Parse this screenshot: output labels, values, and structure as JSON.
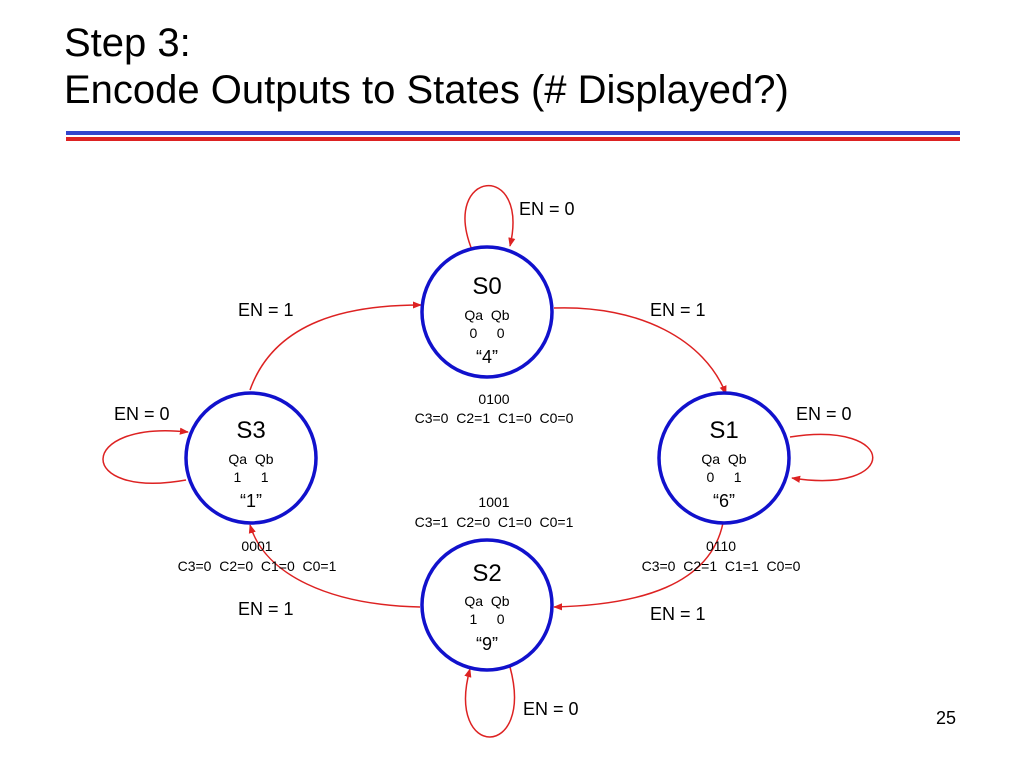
{
  "slide": {
    "title_line1": "Step 3:",
    "title_line2": "Encode Outputs to States (# Displayed?)",
    "page_number": "25",
    "colors": {
      "state_circle": "#1111cc",
      "transition_arrow": "#dd2222",
      "rule_blue": "#3344cc",
      "rule_red": "#dd2222"
    }
  },
  "states": {
    "s0": {
      "name": "S0",
      "qheader": "Qa  Qb",
      "qbits": "0     0",
      "digit": "“4”",
      "code": "0100",
      "controls": "C3=0  C2=1  C1=0  C0=0"
    },
    "s1": {
      "name": "S1",
      "qheader": "Qa  Qb",
      "qbits": "0     1",
      "digit": "“6”",
      "code": "0110",
      "controls": "C3=0  C2=1  C1=1  C0=0"
    },
    "s2": {
      "name": "S2",
      "qheader": "Qa  Qb",
      "qbits": "1     0",
      "digit": "“9”",
      "code": "1001",
      "controls": "C3=1  C2=0  C1=0  C0=1"
    },
    "s3": {
      "name": "S3",
      "qheader": "Qa  Qb",
      "qbits": "1     1",
      "digit": "“1”",
      "code": "0001",
      "controls": "C3=0  C2=0  C1=0  C0=1"
    }
  },
  "transitions": {
    "s0_self": "EN = 0",
    "s1_self": "EN = 0",
    "s2_self": "EN = 0",
    "s3_self": "EN = 0",
    "s0_to_s1": "EN = 1",
    "s1_to_s2": "EN = 1",
    "s2_to_s3": "EN = 1",
    "s3_to_s0": "EN = 1"
  }
}
